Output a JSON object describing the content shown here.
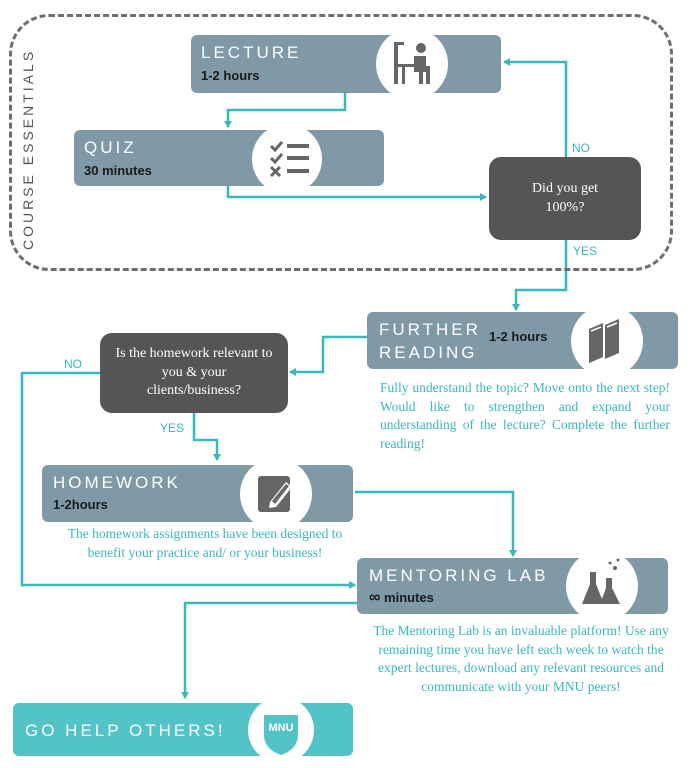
{
  "section_label": "COURSE ESSENTIALS",
  "lecture": {
    "title": "LECTURE",
    "duration": "1-2 hours"
  },
  "quiz": {
    "title": "QUIZ",
    "duration": "30 minutes"
  },
  "quiz_check": {
    "question": "Did you get 100%?",
    "no_label": "NO",
    "yes_label": "YES"
  },
  "further_reading": {
    "title_line1": "FURTHER",
    "title_line2": "READING",
    "duration": "1-2 hours",
    "description": "Fully understand the topic? Move onto the next step! Would like to strengthen and expand your understanding of the lecture? Complete the further reading!"
  },
  "homework_check": {
    "question": "Is the homework relevant to you & your clients/business?",
    "no_label": "NO",
    "yes_label": "YES"
  },
  "homework": {
    "title": "HOMEWORK",
    "duration": "1-2hours",
    "description": "The homework assignments have been designed to benefit your practice and/ or your business!"
  },
  "mentoring_lab": {
    "title": "MENTORING LAB",
    "duration_symbol": "∞",
    "duration": "minutes",
    "description": "The Mentoring Lab is an invaluable platform! Use any remaining time you have left each week to watch the expert lectures, download any relevant resources and communicate with your MNU peers!"
  },
  "go_help": {
    "title": "GO HELP OTHERS!",
    "logo_text": "MNU"
  },
  "colors": {
    "box_grey_blue": "#7f9aa6",
    "teal": "#52c3c7",
    "line_teal": "#3ab7bd",
    "decision_grey": "#555555",
    "icon_grey": "#666666"
  }
}
